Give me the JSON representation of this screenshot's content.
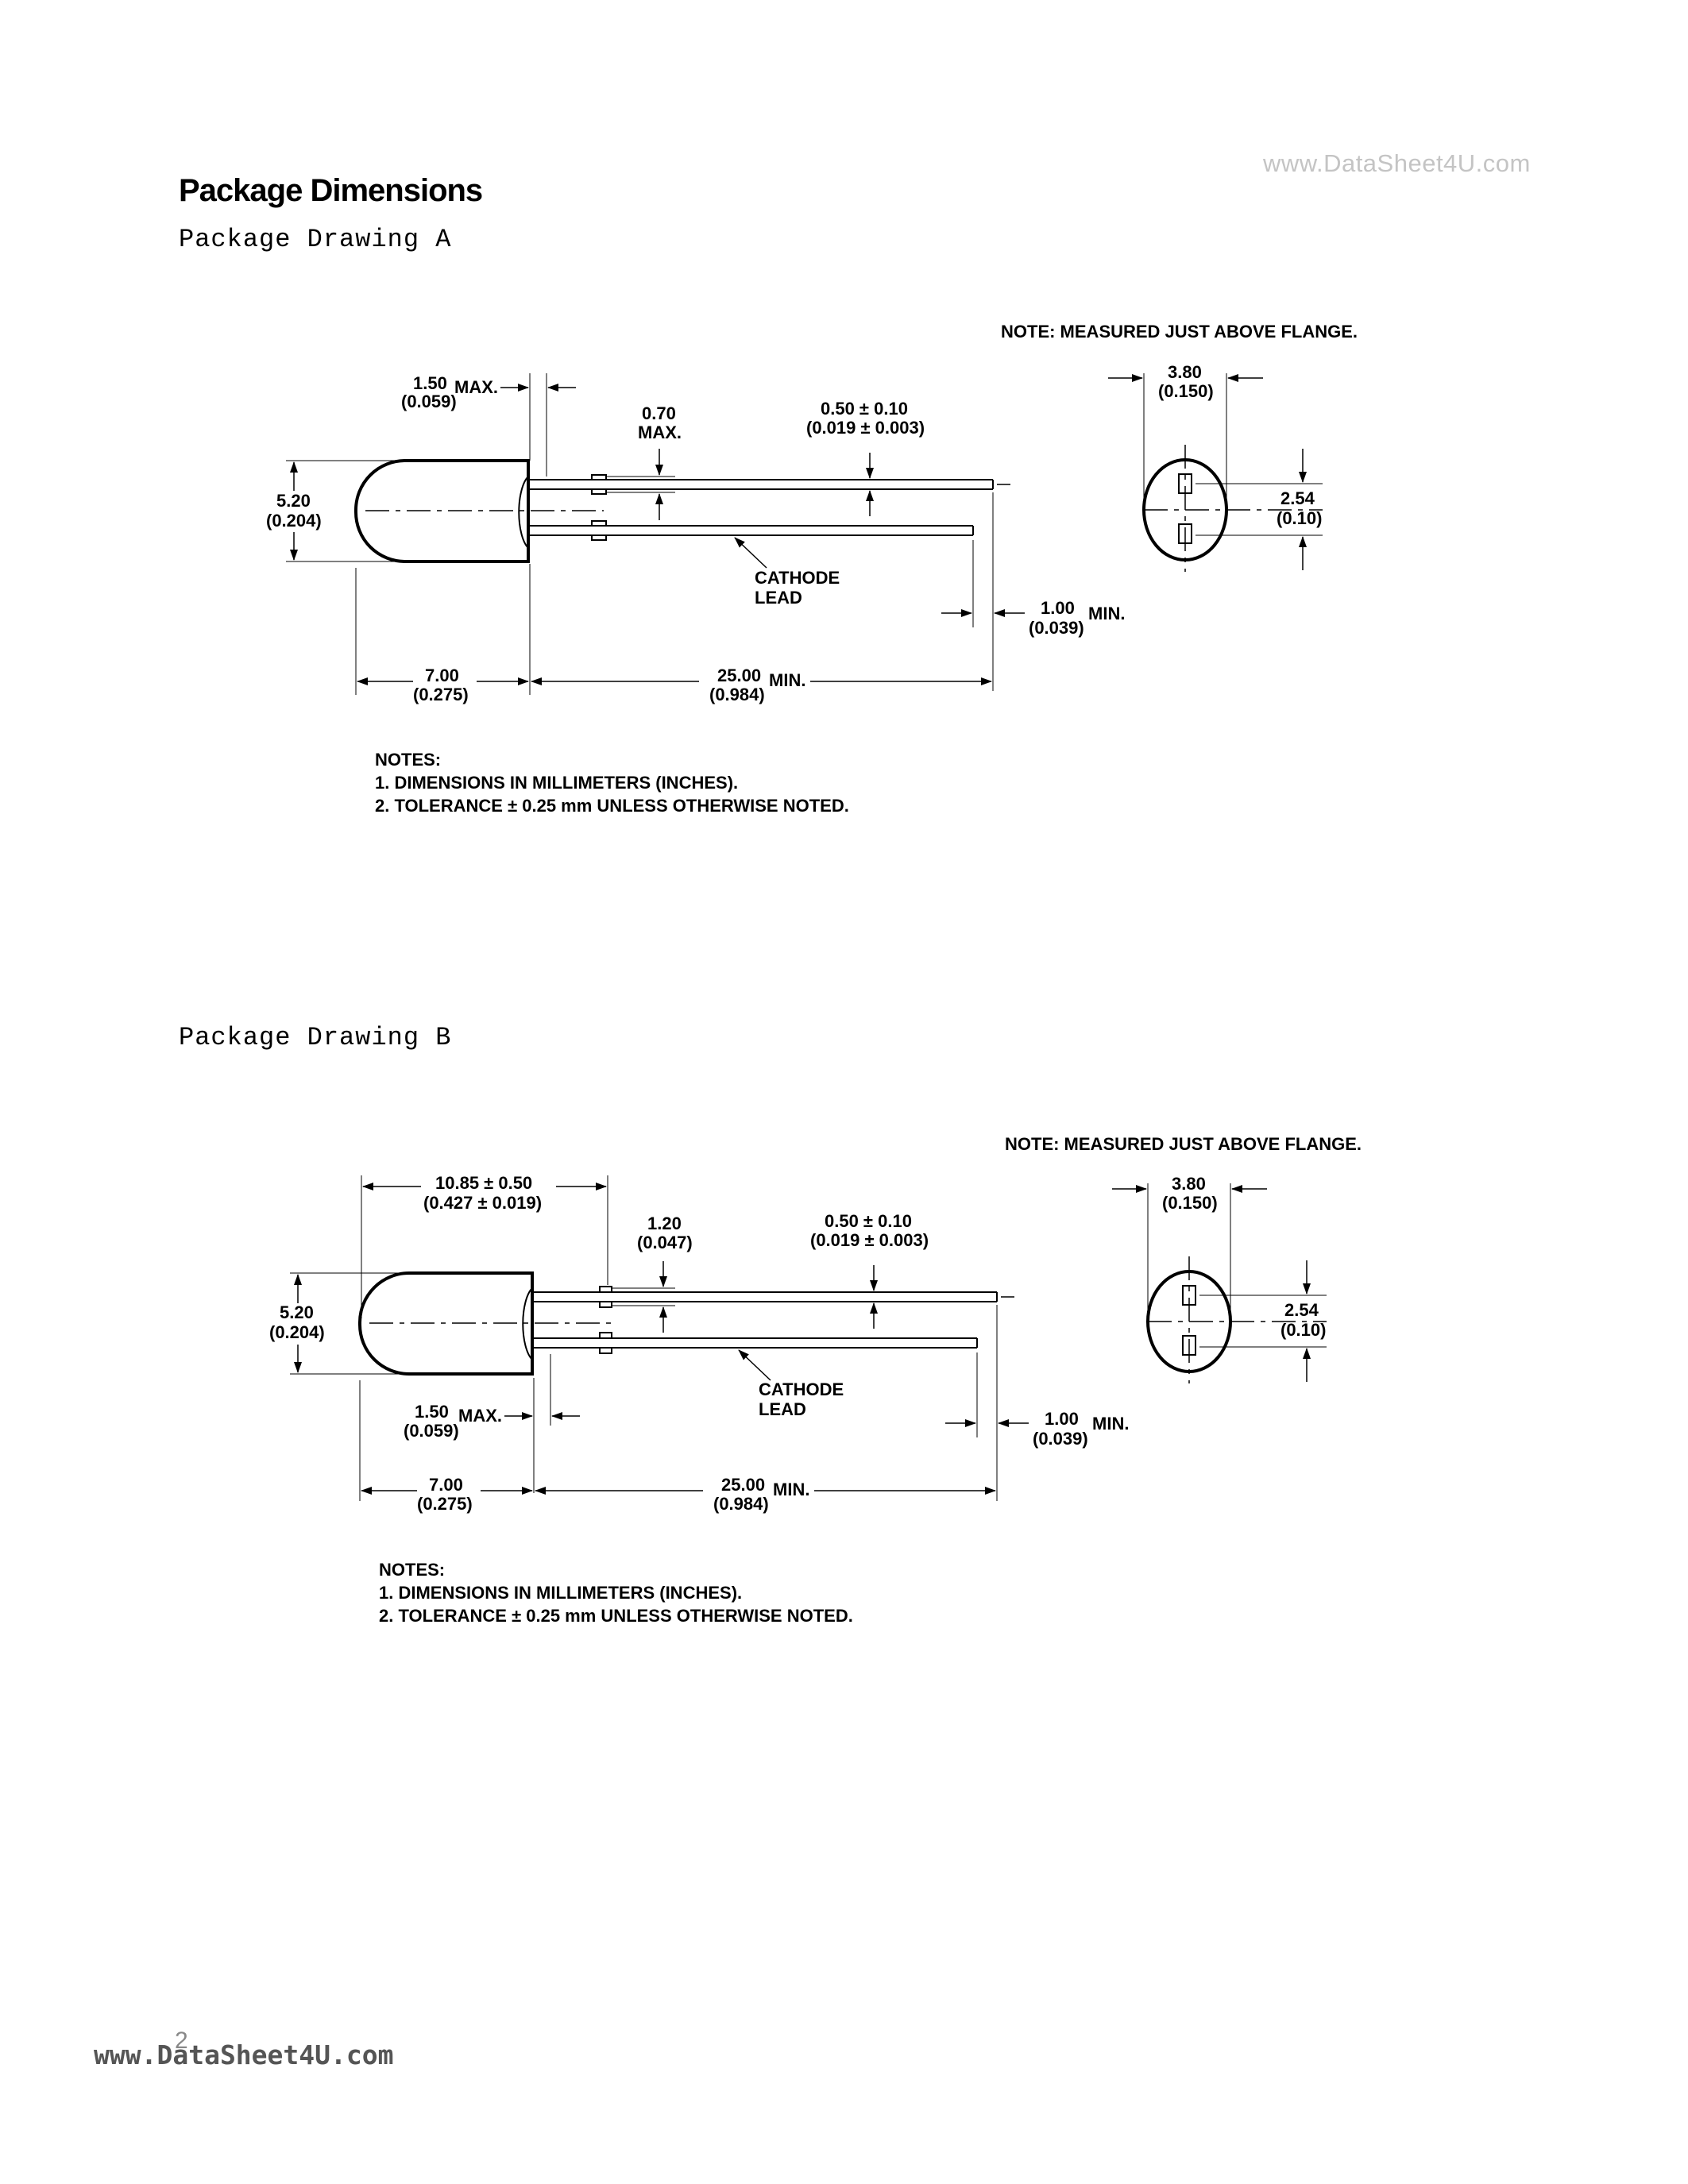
{
  "watermark_top": "www.DataSheet4U.com",
  "title": "Package Dimensions",
  "drawing_a": {
    "heading": "Package Drawing A",
    "note_flange": "NOTE: MEASURED JUST ABOVE FLANGE.",
    "dim_flange": {
      "mm": "1.50",
      "in": "(0.059)",
      "suffix": "MAX."
    },
    "dim_standoff": {
      "mm": "0.70",
      "suffix": "MAX."
    },
    "dim_lead": {
      "mm": "0.50 ± 0.10",
      "in": "(0.019 ± 0.003)"
    },
    "dim_dia": {
      "mm": "5.20",
      "in": "(0.204)"
    },
    "cathode": [
      "CATHODE",
      "LEAD"
    ],
    "dim_lead_diff": {
      "mm": "1.00",
      "in": "(0.039)",
      "suffix": "MIN."
    },
    "dim_body": {
      "mm": "7.00",
      "in": "(0.275)"
    },
    "dim_leadlen": {
      "mm": "25.00",
      "in": "(0.984)",
      "suffix": "MIN."
    },
    "dim_width": {
      "mm": "3.80",
      "in": "(0.150)"
    },
    "dim_pitch": {
      "mm": "2.54",
      "in": "(0.10)"
    },
    "notes": [
      "NOTES:",
      "1.  DIMENSIONS IN MILLIMETERS (INCHES).",
      "2.  TOLERANCE ± 0.25 mm UNLESS OTHERWISE NOTED."
    ]
  },
  "drawing_b": {
    "heading": "Package Drawing B",
    "note_flange": "NOTE: MEASURED JUST ABOVE FLANGE.",
    "dim_total": {
      "mm": "10.85 ± 0.50",
      "in": "(0.427 ± 0.019)"
    },
    "dim_standoff": {
      "mm": "1.20",
      "in": "(0.047)"
    },
    "dim_lead": {
      "mm": "0.50 ± 0.10",
      "in": "(0.019 ± 0.003)"
    },
    "dim_dia": {
      "mm": "5.20",
      "in": "(0.204)"
    },
    "cathode": [
      "CATHODE",
      "LEAD"
    ],
    "dim_flange": {
      "mm": "1.50",
      "in": "(0.059)",
      "suffix": "MAX."
    },
    "dim_lead_diff": {
      "mm": "1.00",
      "in": "(0.039)",
      "suffix": "MIN."
    },
    "dim_body": {
      "mm": "7.00",
      "in": "(0.275)"
    },
    "dim_leadlen": {
      "mm": "25.00",
      "in": "(0.984)",
      "suffix": "MIN."
    },
    "dim_width": {
      "mm": "3.80",
      "in": "(0.150)"
    },
    "dim_pitch": {
      "mm": "2.54",
      "in": "(0.10)"
    },
    "notes": [
      "NOTES:",
      "1.  DIMENSIONS IN MILLIMETERS (INCHES).",
      "2.  TOLERANCE ± 0.25 mm UNLESS OTHERWISE NOTED."
    ]
  },
  "page_number": "2",
  "watermark_bottom": "www.DataSheet4U.com"
}
